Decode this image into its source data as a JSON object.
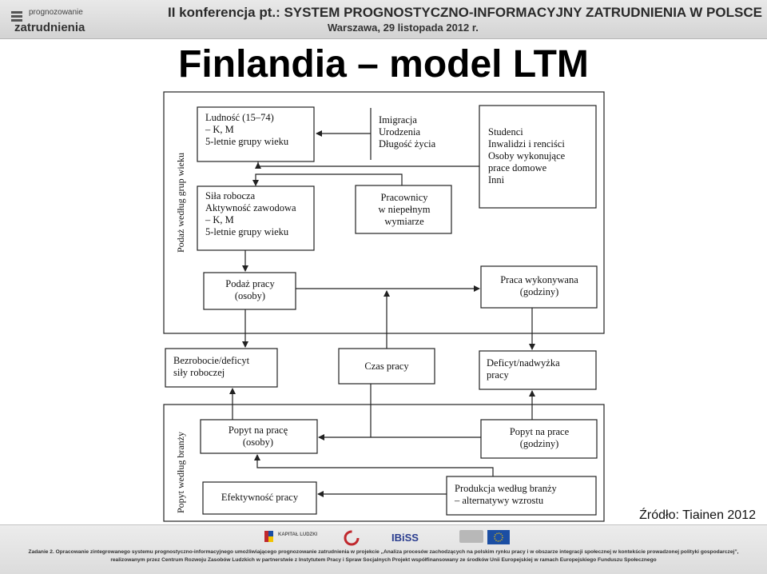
{
  "header": {
    "logo_small": "prognozowanie",
    "logo_big": "zatrudnienia",
    "title": "II konferencja pt.: SYSTEM PROGNOSTYCZNO-INFORMACYJNY ZATRUDNIENIA W POLSCE",
    "subtitle": "Warszawa, 29 listopada 2012 r."
  },
  "slide": {
    "title": "Finlandia – model LTM",
    "source": "Źródło: Tiainen 2012"
  },
  "diagram": {
    "section_supply": "Podaż według grup wieku",
    "section_demand": "Popyt według branży",
    "boxes": {
      "ludnosc": "Ludność (15–74)\n– K, M\n5-letnie grupy wieku",
      "migracja": "Imigracja\nUrodzenia\nDługość życia",
      "studenci": "Studenci\nInwalidzi i renciści\nOsoby wykonujące\nprace domowe\nInni",
      "sila": "Siła robocza\nAktywność zawodowa\n– K, M\n5-letnie grupy wieku",
      "pracownicy": "Pracownicy\nw niepełnym\nwymiarze",
      "podaz": "Podaż pracy\n(osoby)",
      "praca_wyk": "Praca wykonywana\n(godziny)",
      "bezrobocie": "Bezrobocie/deficyt\nsiły roboczej",
      "czas": "Czas pracy",
      "deficyt": "Deficyt/nadwyżka\npracy",
      "popyt_osoby": "Popyt na pracę\n(osoby)",
      "popyt_godziny": "Popyt na prace\n(godziny)",
      "efektywnosc": "Efektywność pracy",
      "produkcja": "Produkcja według branży\n– alternatywy wzrostu"
    }
  },
  "footer": {
    "logos": [
      "KAPITAŁ LUDZKI",
      "IBiSS"
    ],
    "text_line1": "Zadanie 2. Opracowanie zintegrowanego systemu prognostyczno-informacyjnego umożliwiającego prognozowanie zatrudnienia w projekcie „Analiza procesów zachodzących na polskim rynku pracy i w obszarze integracji społecznej w kontekście prowadzonej polityki gospodarczej”,",
    "text_line2": "realizowanym przez Centrum Rozwoju Zasobów Ludzkich w partnerstwie z Instytutem Pracy i Spraw Socjalnych Projekt współfinansowany ze środków Unii Europejskiej w ramach Europejskiego Funduszu Społecznego"
  }
}
